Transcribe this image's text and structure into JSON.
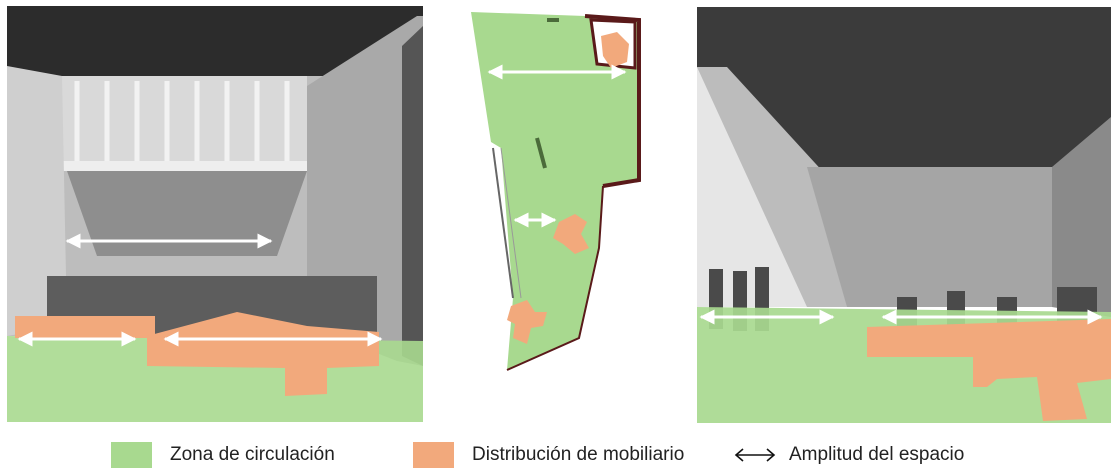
{
  "colors": {
    "circulation_zone": "#a8d98f",
    "furniture_distribution": "#f2a97c",
    "arrow": "#ffffff",
    "plan_outline": "#5a1a1a"
  },
  "panels": [
    {
      "name": "photo-left",
      "kind": "photograph",
      "tone": "grayscale"
    },
    {
      "name": "plan-center",
      "kind": "floor-plan"
    },
    {
      "name": "photo-right",
      "kind": "photograph",
      "tone": "grayscale"
    }
  ],
  "legend": {
    "circulation": "Zona de circulación",
    "furniture": "Distribución de mobiliario",
    "amplitude_icon": "double-arrow-icon",
    "amplitude": "Amplitud del espacio"
  }
}
